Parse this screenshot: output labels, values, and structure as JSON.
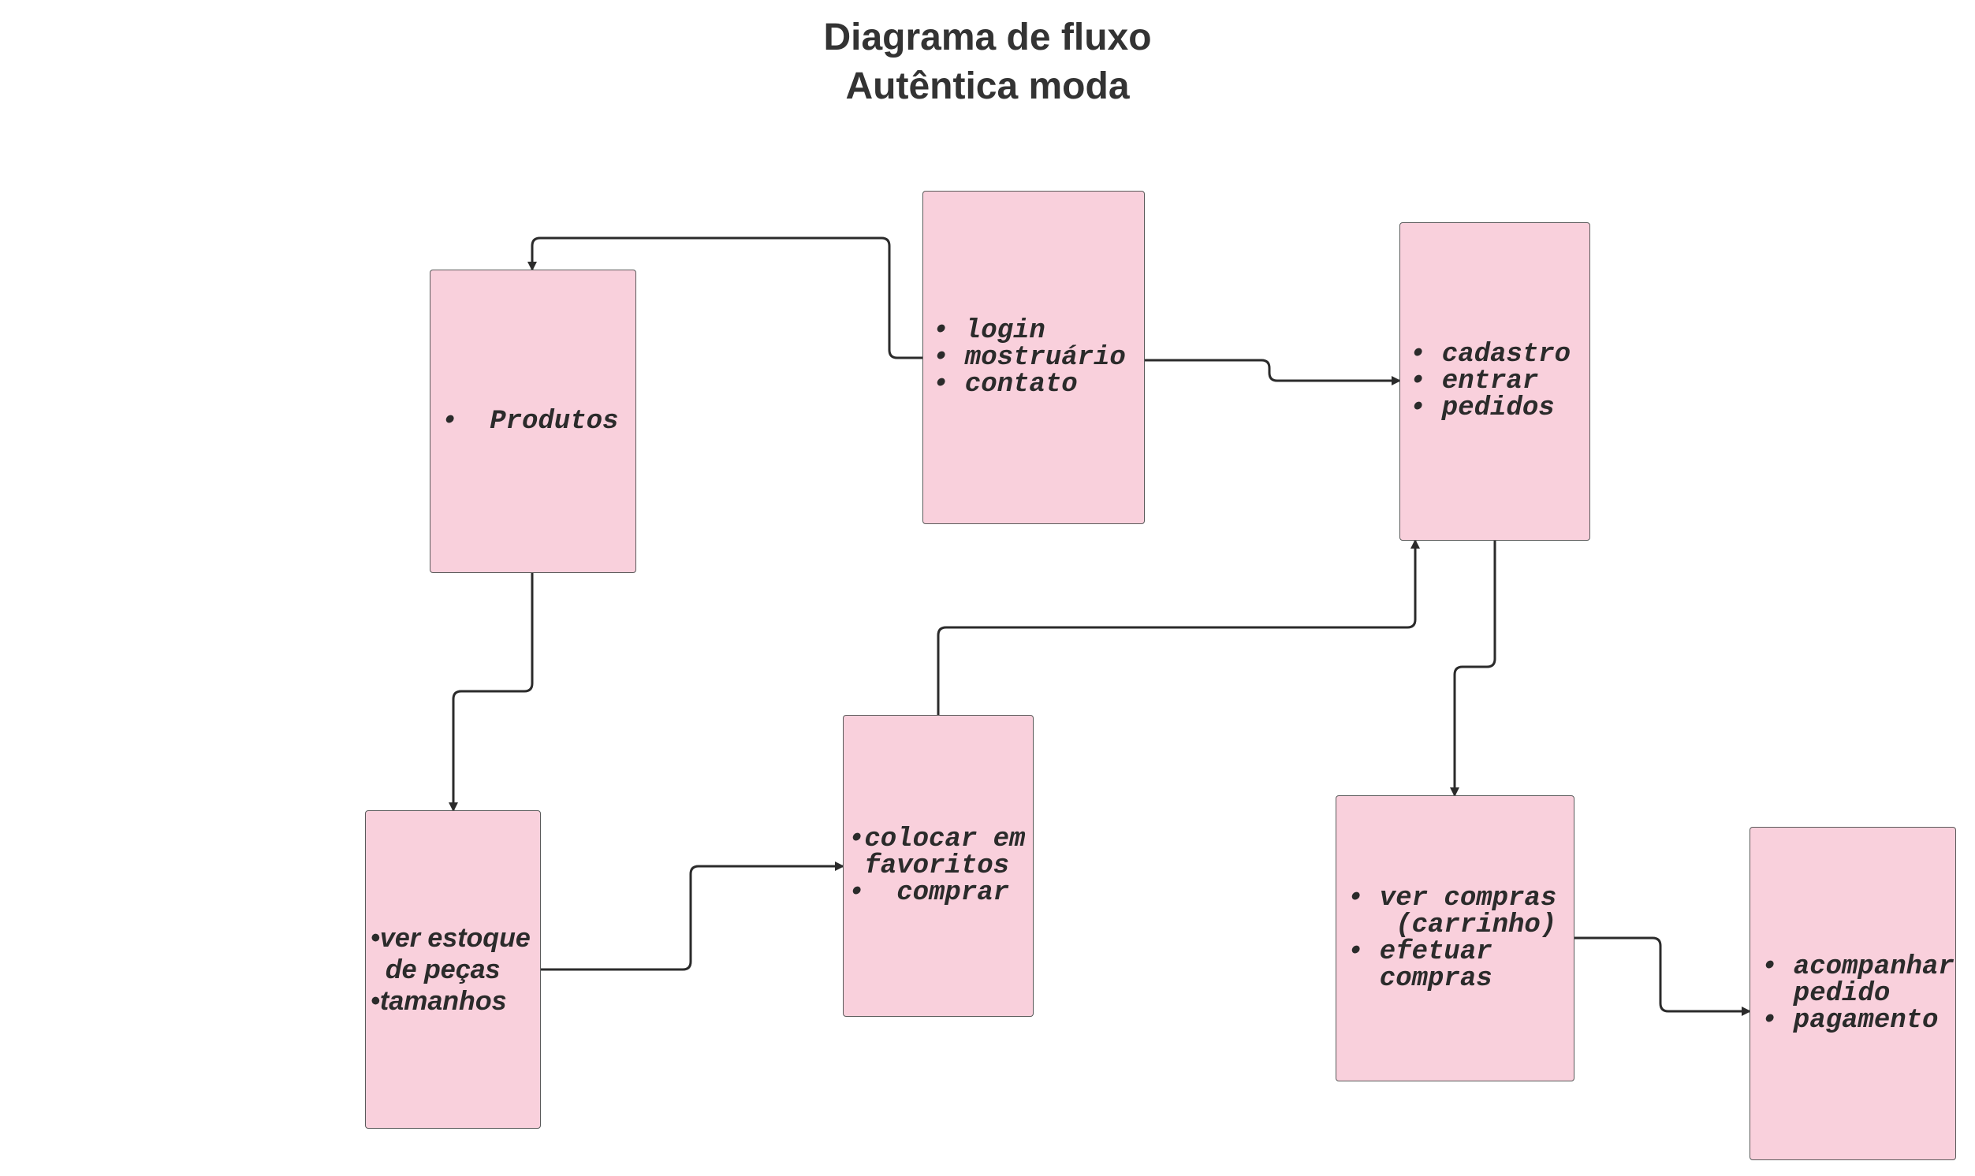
{
  "title": {
    "line1": "Diagrama de fluxo",
    "line2": "Autêntica moda"
  },
  "colors": {
    "node_fill": "#f9d0dc",
    "node_border": "#5a5a5a",
    "connector": "#2b2b2b",
    "text": "#333333"
  },
  "nodes": [
    {
      "id": "home",
      "name": "node-home",
      "lines": [
        "• login",
        "• mostruário",
        "• contato"
      ]
    },
    {
      "id": "produtos",
      "name": "node-produtos",
      "lines": [
        "•  Produtos"
      ]
    },
    {
      "id": "cadastro",
      "name": "node-cadastro",
      "lines": [
        "• cadastro",
        "• entrar",
        "• pedidos"
      ]
    },
    {
      "id": "estoque",
      "name": "node-estoque",
      "lines": [
        "•ver estoque",
        "  de peças",
        "•tamanhos"
      ]
    },
    {
      "id": "favoritos",
      "name": "node-favoritos",
      "lines": [
        "•colocar em",
        " favoritos",
        "•  comprar"
      ]
    },
    {
      "id": "compras",
      "name": "node-compras",
      "lines": [
        "• ver compras",
        "   (carrinho)",
        "• efetuar",
        "  compras"
      ]
    },
    {
      "id": "pagamento",
      "name": "node-pagamento",
      "lines": [
        "• acompanhar",
        "  pedido",
        "• pagamento"
      ]
    }
  ],
  "edges": [
    {
      "from": "home",
      "to": "produtos"
    },
    {
      "from": "home",
      "to": "cadastro"
    },
    {
      "from": "produtos",
      "to": "estoque"
    },
    {
      "from": "estoque",
      "to": "favoritos"
    },
    {
      "from": "favoritos",
      "to": "cadastro"
    },
    {
      "from": "cadastro",
      "to": "compras"
    },
    {
      "from": "compras",
      "to": "pagamento"
    }
  ]
}
